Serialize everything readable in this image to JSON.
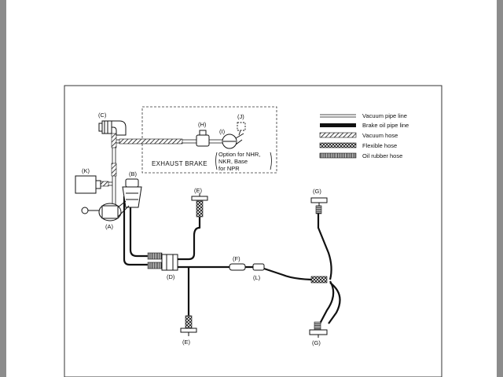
{
  "diagram": {
    "exhaust_brake_label": "EXHAUST BRAKE",
    "option_note": [
      "Option for NHR,",
      "NKR, Base",
      "for NPR"
    ],
    "component_labels": {
      "a": "(A)",
      "b": "(B)",
      "c": "(C)",
      "d": "(D)",
      "e_top": "(E)",
      "e_bottom": "(E)",
      "f": "(F)",
      "g_top": "(G)",
      "g_bottom": "(G)",
      "h": "(H)",
      "i": "(I)",
      "j": "(J)",
      "k": "(K)",
      "l": "(L)"
    },
    "legend": [
      {
        "label": "Vacuum pipe line",
        "style": "double-line"
      },
      {
        "label": "Brake oil pipe line",
        "style": "solid-black"
      },
      {
        "label": "Vacuum hose",
        "style": "diagonal-hatch"
      },
      {
        "label": "Flexible hose",
        "style": "cross-hatch"
      },
      {
        "label": "Oil rubber hose",
        "style": "vertical-ribs"
      }
    ]
  }
}
